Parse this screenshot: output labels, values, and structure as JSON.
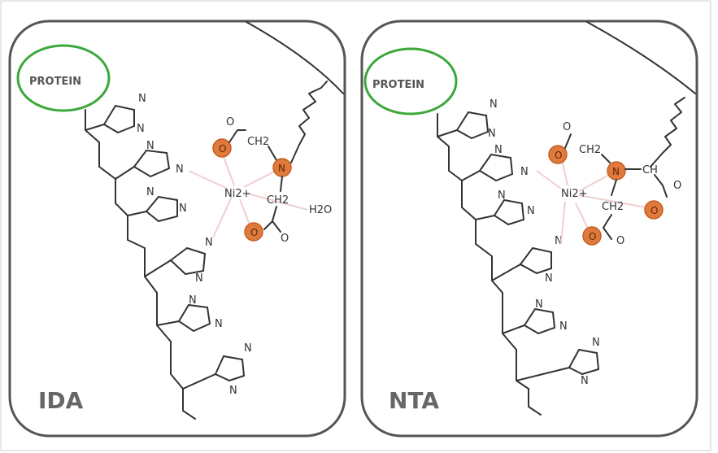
{
  "panels": [
    {
      "name": "IDA",
      "protein_label": "PROTEIN",
      "metal": "Ni2+",
      "atoms": {
        "n": "N",
        "o": "O",
        "ch2_a": "CH2",
        "ch2_b": "CH2",
        "h2o": "H2O"
      }
    },
    {
      "name": "NTA",
      "protein_label": "PROTEIN",
      "metal": "Ni2+",
      "atoms": {
        "n": "N",
        "o": "O",
        "ch2_a": "CH2",
        "ch2_b": "CH2",
        "ch": "CH"
      }
    }
  ],
  "colors": {
    "protein_outline": "#3aa83a",
    "chelator_atom": "#e07a3c",
    "coordination_bond": "#f0cfcf",
    "frame": "#555555"
  }
}
